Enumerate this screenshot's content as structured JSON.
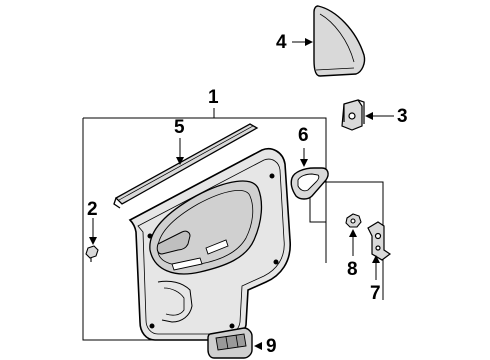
{
  "diagram": {
    "callouts": [
      {
        "key": "door_trim_panel",
        "label": "1"
      },
      {
        "key": "clip",
        "label": "2"
      },
      {
        "key": "bracket",
        "label": "3"
      },
      {
        "key": "corner_cover",
        "label": "4"
      },
      {
        "key": "belt_weatherstrip",
        "label": "5"
      },
      {
        "key": "handle_bezel",
        "label": "6"
      },
      {
        "key": "armrest_bracket",
        "label": "7"
      },
      {
        "key": "nut",
        "label": "8"
      },
      {
        "key": "window_switch",
        "label": "9"
      }
    ]
  },
  "colors": {
    "line": "#000000",
    "part_fill": "#d9d9d9",
    "background": "#ffffff"
  }
}
